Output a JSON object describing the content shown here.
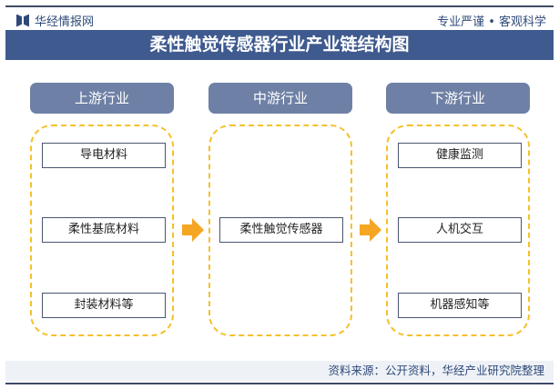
{
  "header": {
    "brand": "华经情报网",
    "slogan": "专业严谨 • 客观科学",
    "title": "柔性触觉传感器行业产业链结构图"
  },
  "columns": [
    {
      "label": "上游行业",
      "items": [
        "导电材料",
        "柔性基底材料",
        "封装材料等"
      ]
    },
    {
      "label": "中游行业",
      "items": [
        "柔性触觉传感器"
      ]
    },
    {
      "label": "下游行业",
      "items": [
        "健康监测",
        "人机交互",
        "机器感知等"
      ]
    }
  ],
  "footer": {
    "source": "资料来源：公开资料，华经产业研究院整理"
  },
  "colors": {
    "title_bg": "#3f5a8f",
    "pill": "#6e80a5",
    "dash": "#f5c02b",
    "arrow": "#f5a623"
  }
}
